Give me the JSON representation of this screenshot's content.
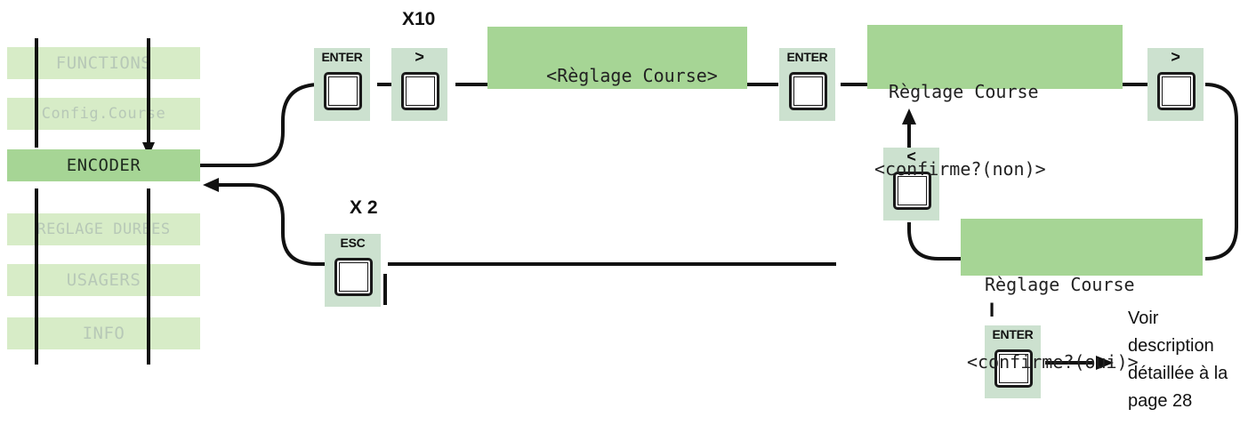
{
  "menu": {
    "items": [
      {
        "label": "FUNCTIONS",
        "state": "dimmed"
      },
      {
        "label": "Config.Course",
        "state": "dimmed"
      },
      {
        "label": "ENCODER",
        "state": "active"
      },
      {
        "label": "REGLAGE DUREES",
        "state": "dimmed"
      },
      {
        "label": "USAGERS",
        "state": "dimmed"
      },
      {
        "label": "INFO",
        "state": "dimmed"
      }
    ]
  },
  "keys": {
    "enter_1": "ENTER",
    "next_1": ">",
    "enter_2": "ENTER",
    "next_2": ">",
    "prev": "<",
    "esc": "ESC",
    "enter_3": "ENTER"
  },
  "steps": {
    "repeat_next": "X10",
    "repeat_esc": "X 2"
  },
  "displays": {
    "reglage_menu": "<Règlage Course>",
    "confirm_non": {
      "line1": "Règlage Course",
      "line2": "<confirme?(non)>"
    },
    "confirm_oui": {
      "line1": "Règlage Course",
      "line2": "<confirme?(oui)>"
    }
  },
  "description": {
    "marker": "I",
    "lines": [
      "Voir",
      "description",
      "détaillée à la",
      "page 28"
    ]
  },
  "colors": {
    "display_green": "#a6d595",
    "dim_green": "#d7ecc7",
    "key_bg": "#cce1cf",
    "line": "#111111"
  }
}
